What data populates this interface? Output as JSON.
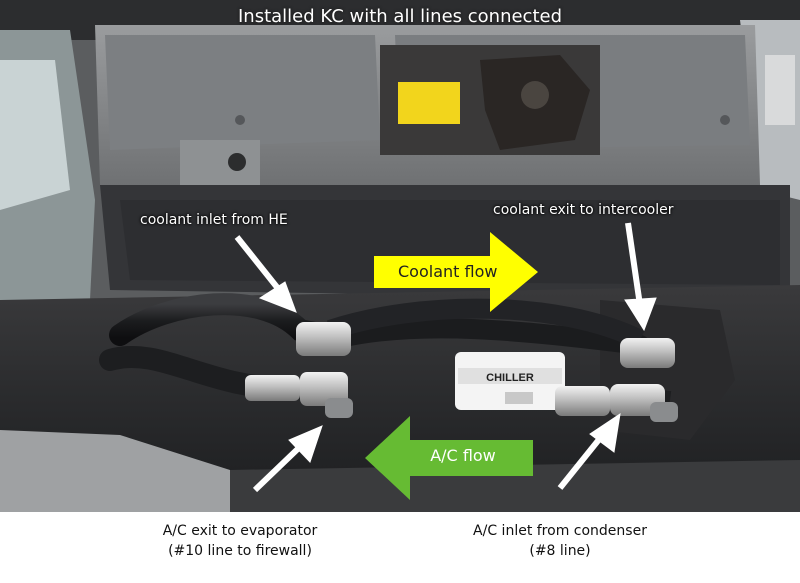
{
  "title": "Installed KC with all lines connected",
  "labels": {
    "coolant_inlet": "coolant inlet from HE",
    "coolant_exit": "coolant exit to intercooler"
  },
  "flows": {
    "coolant": {
      "text": "Coolant flow",
      "color": "#ffff00"
    },
    "ac": {
      "text": "A/C flow",
      "color": "#66bb33"
    }
  },
  "unit_label": "CHILLER",
  "captions": {
    "ac_exit": {
      "line1": "A/C exit to evaporator",
      "line2": "(#10 line to firewall)"
    },
    "ac_inlet": {
      "line1": "A/C inlet from condenser",
      "line2": "(#8 line)"
    }
  }
}
